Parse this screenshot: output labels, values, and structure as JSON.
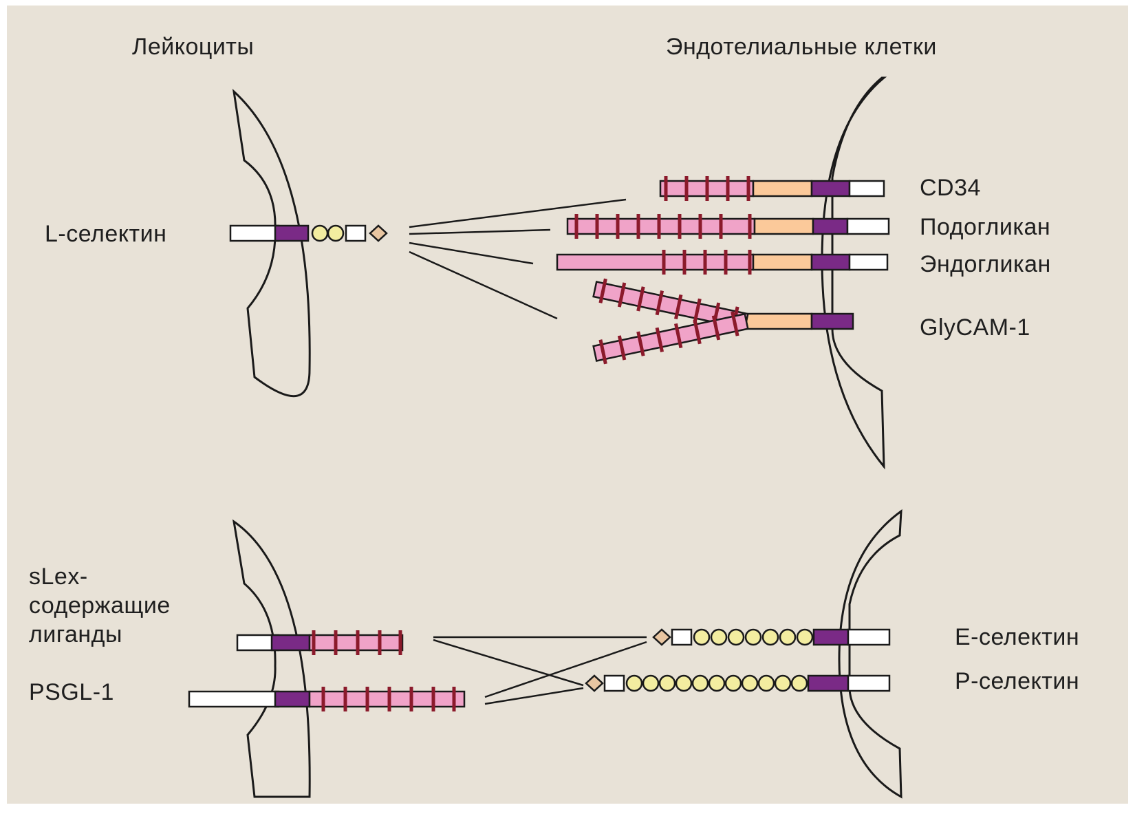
{
  "headings": {
    "leukocytes": "Лейкоциты",
    "endothelial": "Эндотелиальные клетки"
  },
  "labels": {
    "l_selectin": "L-селектин",
    "cd34": "CD34",
    "podoglycan": "Подогликан",
    "endoglycan": "Эндогликан",
    "glycam1": "GlyCAM-1",
    "slex_line1": "sLex-",
    "slex_line2": "содержащие",
    "slex_line3": "лиганды",
    "psgl1": "PSGL-1",
    "e_selectin": "Е-селектин",
    "p_selectin": "Р-селектин"
  },
  "colors": {
    "background": "#e8e2d7",
    "transmembrane": "#7a2a86",
    "mucin": "#f0a3c8",
    "glycan_bar": "#8b1a2b",
    "stalk": "#fbc99a",
    "lectin_bead": "#f3eda0",
    "egf_diamond": "#e9c6a1",
    "outline": "#1a1a1a"
  }
}
